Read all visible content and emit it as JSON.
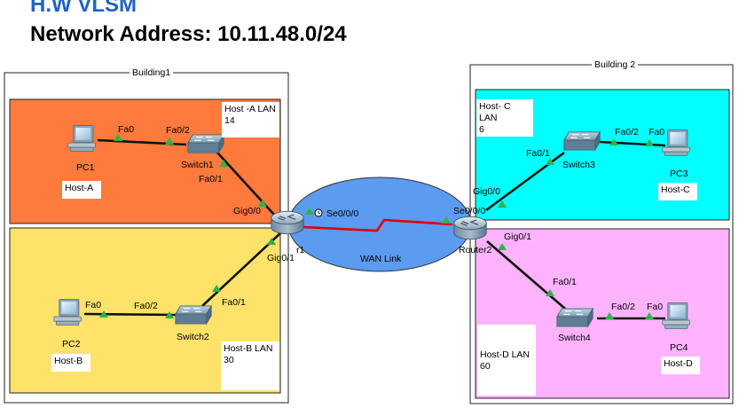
{
  "title": "H.W   VLSM",
  "subtitle": "Network Address: 10.11.48.0/24",
  "buildings": {
    "b1": "Building1",
    "b2": "Building 2"
  },
  "lans": {
    "a": {
      "line1": "Host -A LAN",
      "line2": "14",
      "color": "#ff7a3d"
    },
    "b": {
      "line1": "Host-B LAN",
      "line2": "30",
      "color": "#ffe26a"
    },
    "c": {
      "line1": "Host- C LAN",
      "line2": "6",
      "color": "#00ffff"
    },
    "d": {
      "line1": "Host-D LAN",
      "line2": "60",
      "color": "#ffb3ff"
    }
  },
  "devices": {
    "pc1": {
      "name": "PC1",
      "host": "Host-A"
    },
    "pc2": {
      "name": "PC2",
      "host": "Host-B"
    },
    "pc3": {
      "name": "PC3",
      "host": "Host-C"
    },
    "pc4": {
      "name": "PC4",
      "host": "Host-D"
    },
    "switch1": "Switch1",
    "switch2": "Switch2",
    "switch3": "Switch3",
    "switch4": "Switch4",
    "router1_suffix": "r1",
    "router2": "Router2"
  },
  "ports": {
    "pc1_fa0": "Fa0",
    "sw1_fa02": "Fa0/2",
    "sw1_fa01": "Fa0/1",
    "r1_gig00": "Gig0/0",
    "r1_gig01": "Gig0/1",
    "r1_se000": "Se0/0/0",
    "sw2_fa01": "Fa0/1",
    "sw2_fa02": "Fa0/2",
    "pc2_fa0": "Fa0",
    "r2_se000": "Se0/0/0",
    "r2_gig00": "Gig0/0",
    "r2_gig01": "Gig0/1",
    "sw3_fa01": "Fa0/1",
    "sw3_fa02": "Fa0/2",
    "pc3_fa0": "Fa0",
    "sw4_fa01": "Fa0/1",
    "sw4_fa02": "Fa0/2",
    "pc4_fa0": "Fa0"
  },
  "wan": {
    "label": "WAN Link",
    "color": "#5b9bf0",
    "link_color": "#e00000"
  }
}
